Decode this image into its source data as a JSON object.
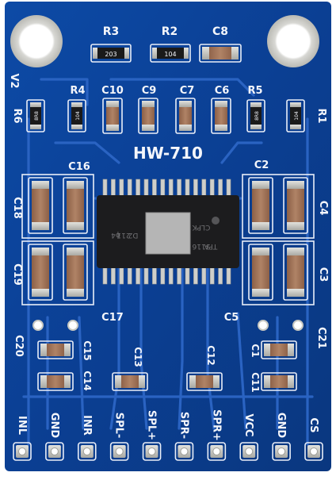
{
  "board": {
    "title": "HW-710",
    "chip_marking": [
      "TPA",
      "3116",
      "D2",
      "CLPK",
      "211",
      "ϕ4"
    ],
    "colors": {
      "pcb": "#0b3f93",
      "pcb_dark": "#083274",
      "trace": "#2a63c2",
      "silkscreen": "#eef2fa",
      "copper_pad": "#c9c9c4",
      "chip_body": "#1c1c1e",
      "capacitor": "#a4775c"
    }
  },
  "labels": {
    "r3": "R3",
    "r2": "R2",
    "c8": "C8",
    "r4": "R4",
    "c10": "C10",
    "c9": "C9",
    "c7": "C7",
    "c6": "C6",
    "r5": "R5",
    "r6": "R6",
    "r1": "R1",
    "v2": "V2",
    "c16": "C16",
    "c18": "C18",
    "c19": "C19",
    "c17": "C17",
    "c20": "C20",
    "c2": "C2",
    "c4": "C4",
    "c3": "C3",
    "c5": "C5",
    "c21": "C21",
    "c15": "C15",
    "c14": "C14",
    "c13": "C13",
    "c12": "C12",
    "c1": "C1",
    "c11": "C11"
  },
  "resistor_codes": {
    "r3": "203",
    "r2": "104",
    "r6": "8R8",
    "r4": "104",
    "r5": "8R8",
    "r1": "104"
  },
  "pins": [
    "INL",
    "GND",
    "INR",
    "SPL-",
    "SPL+",
    "SPR-",
    "SPR+",
    "VCC",
    "GND",
    "CS"
  ]
}
